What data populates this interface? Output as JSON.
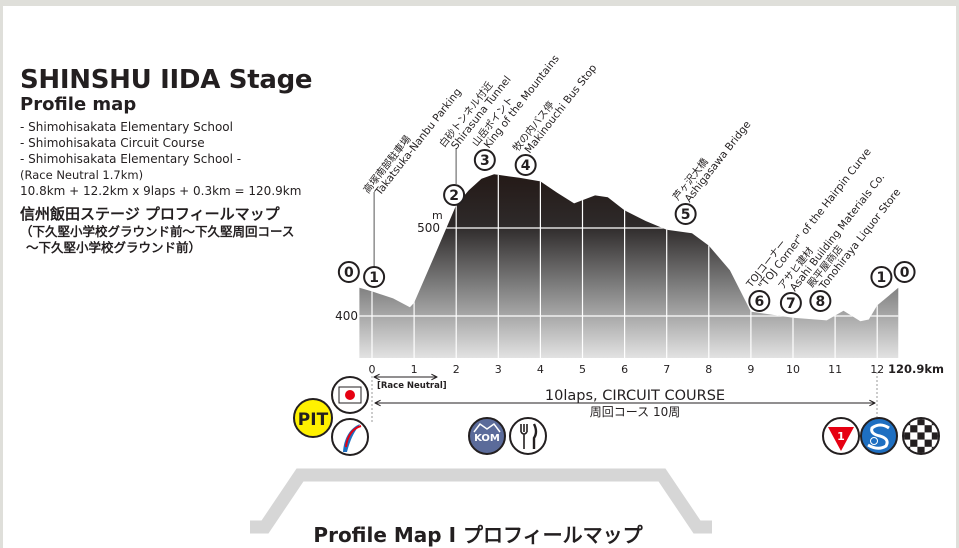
{
  "header": {
    "title": "SHINSHU IIDA Stage",
    "subtitle": "Profile map",
    "route_lines": [
      "- Shimohisakata Elementary School",
      "- Shimohisakata Circuit Course",
      "- Shimohisakata Elementary School -",
      "(Race Neutral 1.7km)",
      "10.8km + 12.2km x 9laps + 0.3km = 120.9km"
    ],
    "jp_title": "信州飯田ステージ プロフィールマップ",
    "jp_sub_1": "（下久堅小学校グラウンド前〜下久堅周回コース",
    "jp_sub_2": "〜下久堅小学校グラウンド前）"
  },
  "chart_data": {
    "type": "area",
    "title": "Profile map",
    "xlabel": "km",
    "ylabel": "m",
    "x_ticks": [
      "0",
      "1",
      "2",
      "3",
      "4",
      "5",
      "6",
      "7",
      "8",
      "9",
      "10",
      "11",
      "12"
    ],
    "x_end_label": "120.9km",
    "y_ticks": [
      {
        "value": 400,
        "label": "400"
      },
      {
        "value": 500,
        "label": "500"
      }
    ],
    "y_unit": "m",
    "xlim": [
      -0.3,
      12.5
    ],
    "ylim": [
      354,
      570
    ],
    "profile": [
      [
        -0.3,
        432
      ],
      [
        0.0,
        428
      ],
      [
        0.5,
        420
      ],
      [
        0.9,
        410
      ],
      [
        1.0,
        415
      ],
      [
        1.5,
        470
      ],
      [
        2.0,
        526
      ],
      [
        2.3,
        543
      ],
      [
        2.6,
        556
      ],
      [
        2.9,
        561
      ],
      [
        3.5,
        557
      ],
      [
        4.0,
        553
      ],
      [
        4.4,
        540
      ],
      [
        4.8,
        528
      ],
      [
        5.3,
        537
      ],
      [
        5.6,
        535
      ],
      [
        6.0,
        520
      ],
      [
        6.5,
        508
      ],
      [
        7.0,
        498
      ],
      [
        7.6,
        494
      ],
      [
        8.0,
        480
      ],
      [
        8.5,
        452
      ],
      [
        9.0,
        405
      ],
      [
        10.0,
        398
      ],
      [
        10.8,
        395
      ],
      [
        11.2,
        406
      ],
      [
        11.6,
        394
      ],
      [
        11.8,
        396
      ],
      [
        12.0,
        412
      ],
      [
        12.5,
        432
      ]
    ],
    "landmarks": [
      {
        "num": "0",
        "km": -0.55,
        "jp": "",
        "en": ""
      },
      {
        "num": "1",
        "km": 0.05,
        "jp": "高塚南部駐車場",
        "en": "Takatsuka-Nanbu Parking"
      },
      {
        "num": "2",
        "km": 1.95,
        "jp": "白砂トンネル付近",
        "en": "Shirasuna Tunnel"
      },
      {
        "num": "3",
        "km": 2.68,
        "jp": "山岳ポイント",
        "en": "King of the Mountains"
      },
      {
        "num": "4",
        "km": 3.65,
        "jp": "牧の内バス停",
        "en": "Makinouchi Bus Stop"
      },
      {
        "num": "5",
        "km": 7.45,
        "jp": "芦ヶ沢大橋",
        "en": "Ashigasawa Bridge"
      },
      {
        "num": "6",
        "km": 9.2,
        "jp": "TOJコーナー",
        "en": "\"TOJ Corner\" of the Hairpin Curve"
      },
      {
        "num": "7",
        "km": 9.95,
        "jp": "アサヒ建材",
        "en": "Asahi Building Materials Co."
      },
      {
        "num": "8",
        "km": 10.65,
        "jp": "殿平屋商店",
        "en": "Tonohiraya Liquor Store"
      },
      {
        "num": "1",
        "km": 12.1,
        "jp": "",
        "en": ""
      },
      {
        "num": "0",
        "km": 12.65,
        "jp": "",
        "en": ""
      }
    ],
    "annotations": {
      "race_neutral": "[Race Neutral]",
      "circuit_en": "10laps, CIRCUIT COURSE",
      "circuit_jp": "周回コース 10周"
    }
  },
  "icons": {
    "pit": "PIT",
    "kom": "KOM",
    "sprint": "1"
  },
  "colors": {
    "pit_yellow": "#fff100",
    "flag_red": "#e60012",
    "kom_blue": "#5b6b9a",
    "sprint_red": "#e60012",
    "stage_blue": "#1e6fc1",
    "frame_gray": "#dfdfda"
  },
  "footer": {
    "title": "Profile Map I プロフィールマップ"
  }
}
